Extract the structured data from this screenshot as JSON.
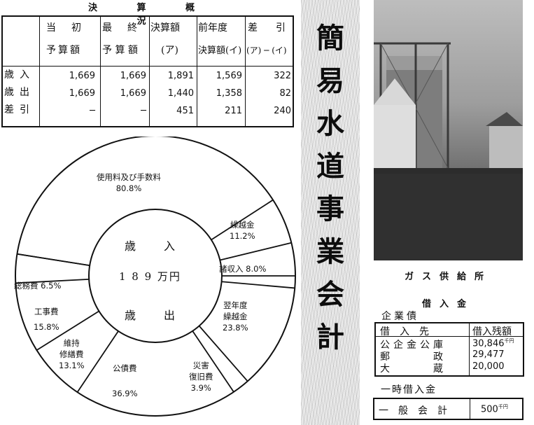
{
  "settlement": {
    "title": "決 算 概 況",
    "headers": {
      "initial_1": "当　初",
      "initial_2": "予算額",
      "final_1": "最　終",
      "final_2": "予 算 額",
      "settled_1": "決算額",
      "settled_2": "(ア)",
      "prev_1": "前年度",
      "prev_2": "決算額(イ)",
      "diff_1": "差　引",
      "diff_2": "(ア) ─ (イ)"
    },
    "rows": [
      {
        "label": "歳入",
        "initial": "1,669",
        "final": "1,669",
        "settled": "1,891",
        "prev": "1,569",
        "diff": "322"
      },
      {
        "label": "歳出",
        "initial": "1,669",
        "final": "1,669",
        "settled": "1,440",
        "prev": "1,358",
        "diff": "82"
      },
      {
        "label": "差引",
        "initial": "─",
        "final": "─",
        "settled": "451",
        "prev": "211",
        "diff": "240"
      }
    ]
  },
  "pie": {
    "center_top": "歳　入",
    "center_mid": "1 8 9 万円",
    "center_bottom": "歳　出",
    "revenue": [
      {
        "name": "使用料及び手数料",
        "pct": "80.8%",
        "value": 80.8
      },
      {
        "name": "繰越金",
        "pct": "11.2%",
        "value": 11.2
      },
      {
        "name": "諸収入",
        "pct": "8.0%",
        "value": 8.0
      }
    ],
    "expense": [
      {
        "name": "翌年度繰越金",
        "pct": "23.8%",
        "value": 23.8
      },
      {
        "name": "災害復旧費",
        "pct": "3.9%",
        "value": 3.9
      },
      {
        "name": "公債費",
        "pct": "36.9%",
        "value": 36.9
      },
      {
        "name": "維持修繕費",
        "pct": "13.1%",
        "value": 13.1
      },
      {
        "name": "工事費",
        "pct": "15.8%",
        "value": 15.8
      },
      {
        "name": "総務費",
        "pct": "6.5%",
        "value": 6.5
      }
    ],
    "labels": {
      "fees_1": "使用料及び手数料",
      "fees_2": "80.8%",
      "carry_1": "繰越金",
      "carry_2": "11.2%",
      "misc": "諸収入 8.0%",
      "next_1": "翌年度",
      "next_2": "繰越金",
      "next_3": "23.8%",
      "disaster_1": "災害",
      "disaster_2": "復旧費",
      "disaster_3": "3.9%",
      "bond_1": "公債費",
      "bond_2": "36.9%",
      "maint_1": "維持",
      "maint_2": "修繕費",
      "maint_3": "13.1%",
      "works_1": "工事費",
      "works_2": "15.8%",
      "admin": "総務費 6.5%"
    }
  },
  "vertical_title": [
    "簡",
    "易",
    "水",
    "道",
    "事",
    "業",
    "会",
    "計"
  ],
  "photo_caption": "ガス供給所",
  "loans": {
    "title": "借入金",
    "subtitle": "企業債",
    "col_lender": "借　入　先",
    "col_balance": "借入残額",
    "unit": "千円",
    "rows": [
      {
        "lender": "公企金公庫",
        "amount": "30,846"
      },
      {
        "lender": "郵　　　政",
        "amount": "29,477"
      },
      {
        "lender": "大　　　蔵",
        "amount": "20,000"
      }
    ],
    "temp_title": "一時借入金",
    "general_label": "一　般　会　計",
    "general_amount": "500",
    "general_unit": "千円"
  }
}
